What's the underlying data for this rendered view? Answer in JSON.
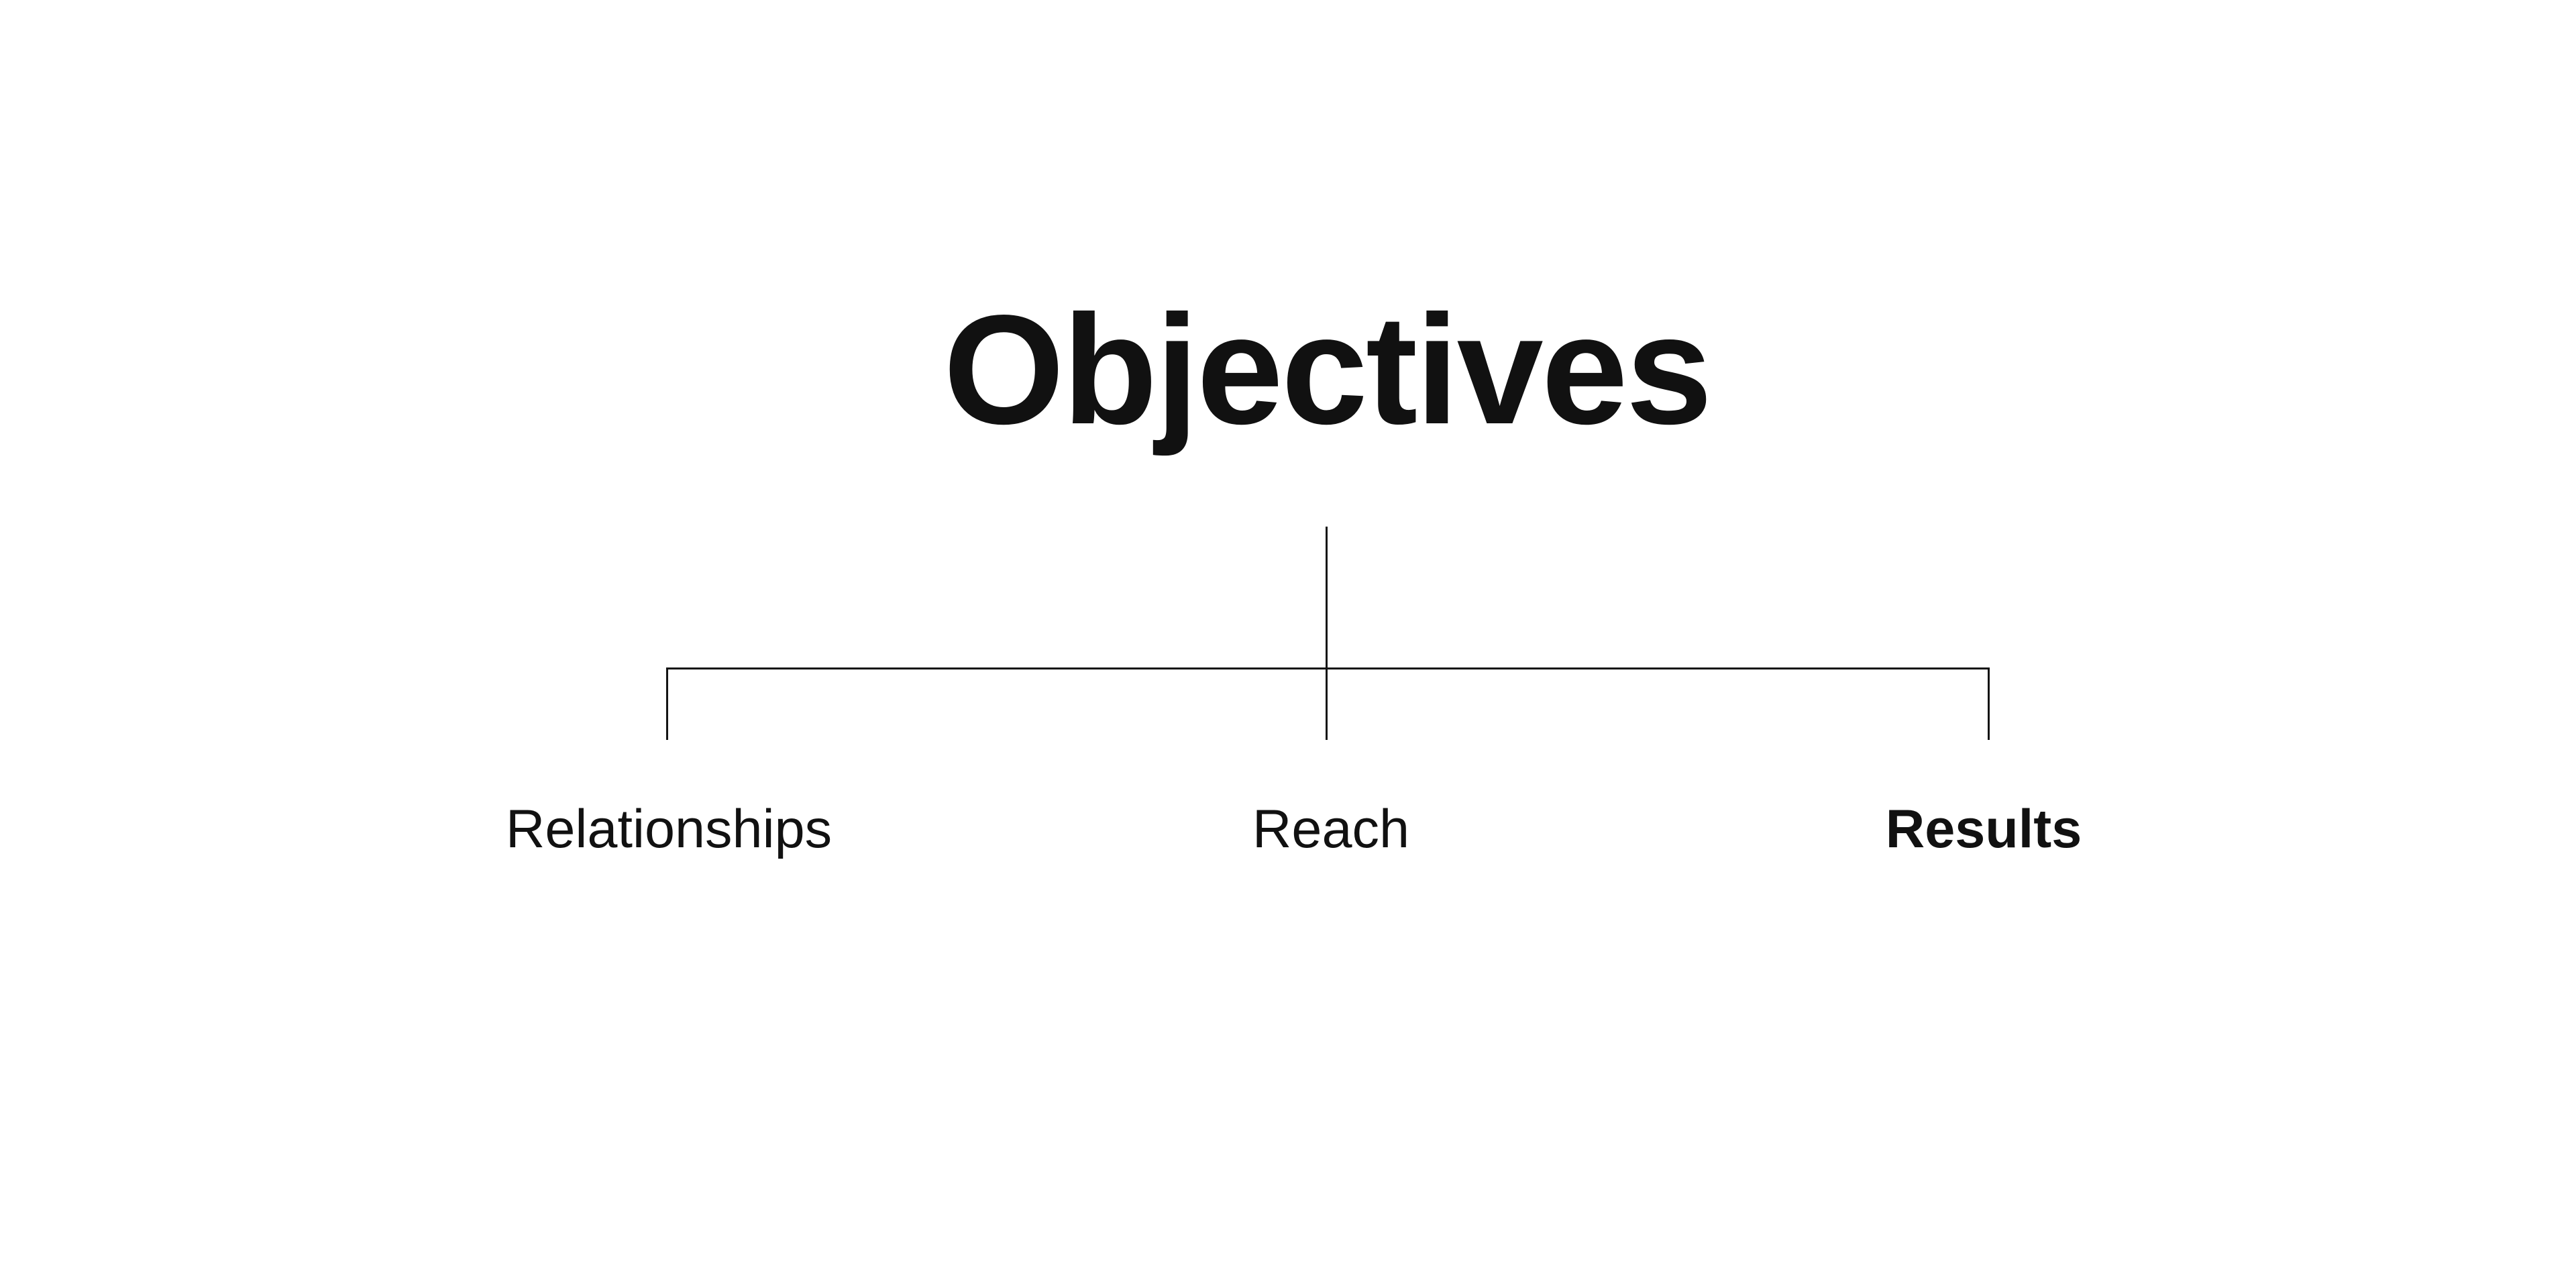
{
  "diagram": {
    "title": "Objectives",
    "nodes": [
      {
        "label": "Relationships",
        "emphasis": "regular"
      },
      {
        "label": "Reach",
        "emphasis": "regular"
      },
      {
        "label": "Results",
        "emphasis": "bold"
      }
    ]
  },
  "colors": {
    "background": "#ffffff",
    "text": "#111111",
    "line": "#141414"
  }
}
